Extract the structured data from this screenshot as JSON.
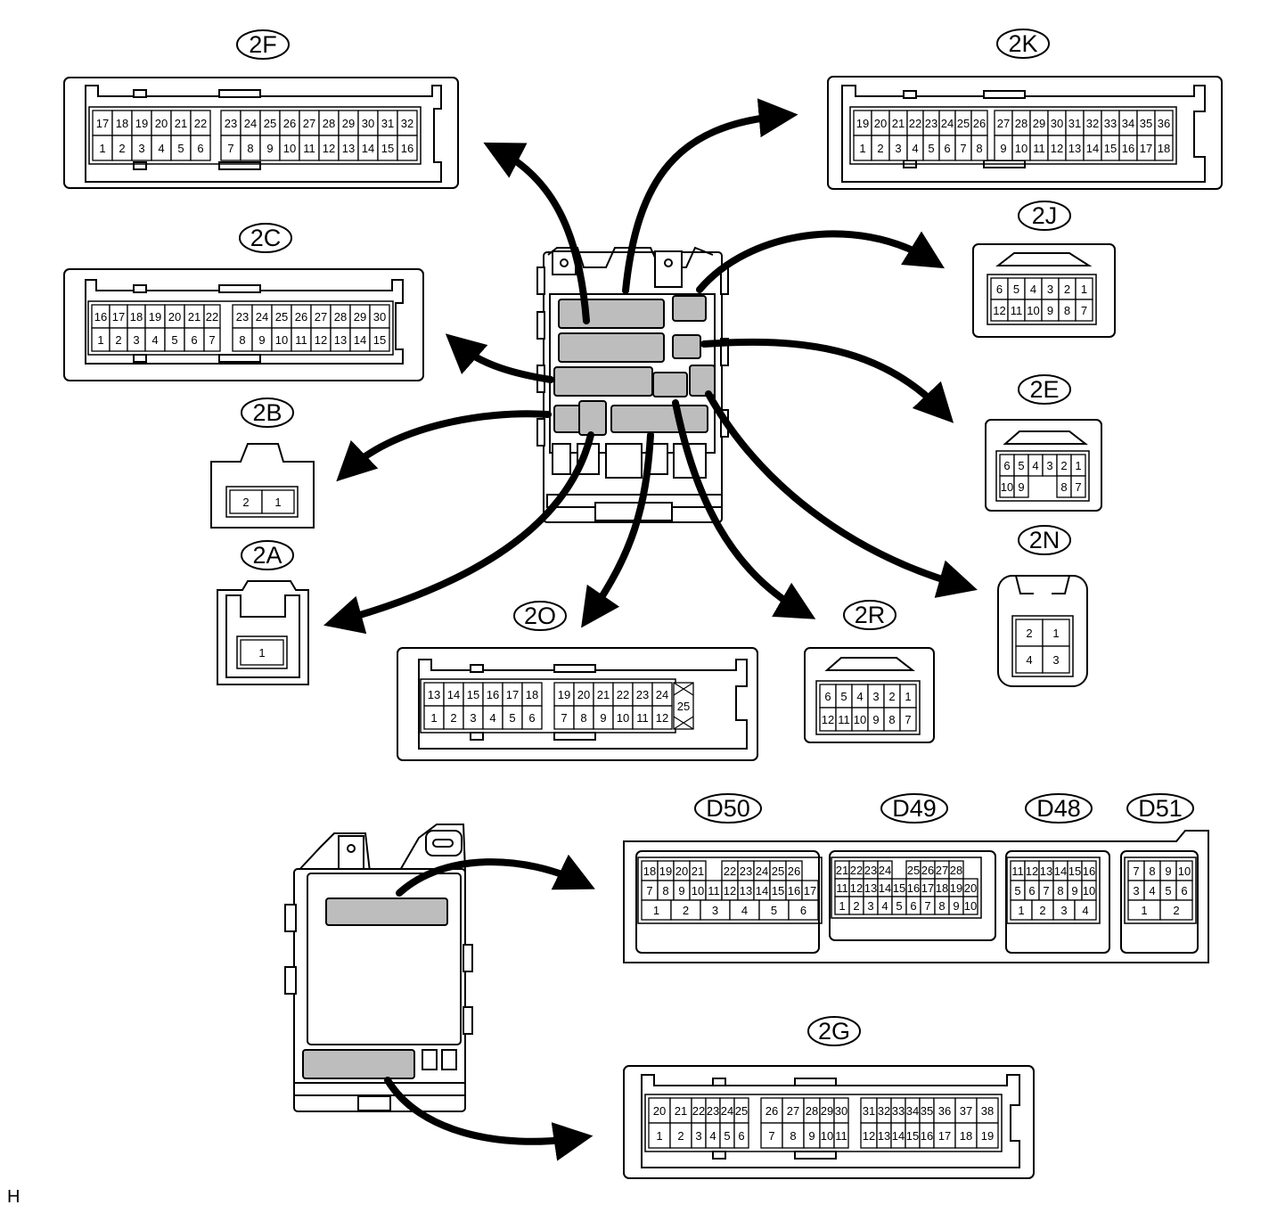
{
  "corner_mark": "H",
  "connectors": [
    {
      "id": "c-2f",
      "label": "2F",
      "rows": [
        [
          "17",
          "18",
          "19",
          "20",
          "21",
          "22",
          "",
          "23",
          "24",
          "25",
          "26",
          "27",
          "28",
          "29",
          "30",
          "31",
          "32"
        ],
        [
          "1",
          "2",
          "3",
          "4",
          "5",
          "6",
          "",
          "7",
          "8",
          "9",
          "10",
          "11",
          "12",
          "13",
          "14",
          "15",
          "16"
        ]
      ]
    },
    {
      "id": "c-2k",
      "label": "2K",
      "rows": [
        [
          "19",
          "20",
          "21",
          "22",
          "23",
          "24",
          "25",
          "26",
          "",
          "27",
          "28",
          "29",
          "30",
          "31",
          "32",
          "33",
          "34",
          "35",
          "36"
        ],
        [
          "1",
          "2",
          "3",
          "4",
          "5",
          "6",
          "7",
          "8",
          "",
          "9",
          "10",
          "11",
          "12",
          "13",
          "14",
          "15",
          "16",
          "17",
          "18"
        ]
      ]
    },
    {
      "id": "c-2c",
      "label": "2C",
      "rows": [
        [
          "16",
          "17",
          "18",
          "19",
          "20",
          "21",
          "22",
          "",
          "23",
          "24",
          "25",
          "26",
          "27",
          "28",
          "29",
          "30"
        ],
        [
          "1",
          "2",
          "3",
          "4",
          "5",
          "6",
          "7",
          "",
          "8",
          "9",
          "10",
          "11",
          "12",
          "13",
          "14",
          "15"
        ]
      ]
    },
    {
      "id": "c-2j",
      "label": "2J",
      "rows": [
        [
          "6",
          "5",
          "4",
          "3",
          "2",
          "1"
        ],
        [
          "12",
          "11",
          "10",
          "9",
          "8",
          "7"
        ]
      ]
    },
    {
      "id": "c-2b",
      "label": "2B",
      "rows": [
        [
          "2",
          "1"
        ]
      ]
    },
    {
      "id": "c-2e",
      "label": "2E",
      "rows": [
        [
          "6",
          "5",
          "4",
          "3",
          "2",
          "1"
        ],
        [
          "10",
          "9",
          "",
          "",
          "8",
          "7"
        ]
      ]
    },
    {
      "id": "c-2a",
      "label": "2A",
      "rows": [
        [
          "1"
        ]
      ]
    },
    {
      "id": "c-2n",
      "label": "2N",
      "rows": [
        [
          "2",
          "1"
        ],
        [
          "4",
          "3"
        ]
      ]
    },
    {
      "id": "c-2o",
      "label": "2O",
      "rows": [
        [
          "13",
          "14",
          "15",
          "16",
          "17",
          "18",
          "",
          "19",
          "20",
          "21",
          "22",
          "23",
          "24"
        ],
        [
          "1",
          "2",
          "3",
          "4",
          "5",
          "6",
          "",
          "7",
          "8",
          "9",
          "10",
          "11",
          "12"
        ]
      ],
      "extra": "25"
    },
    {
      "id": "c-2r",
      "label": "2R",
      "rows": [
        [
          "6",
          "5",
          "4",
          "3",
          "2",
          "1"
        ],
        [
          "12",
          "11",
          "10",
          "9",
          "8",
          "7"
        ]
      ]
    },
    {
      "id": "c-d50",
      "label": "D50",
      "rows": [
        [
          "18",
          "19",
          "20",
          "21",
          "",
          "22",
          "23",
          "24",
          "25",
          "26"
        ],
        [
          "7",
          "8",
          "9",
          "10",
          "11",
          "12",
          "13",
          "14",
          "15",
          "16",
          "17"
        ],
        [
          "1",
          "2",
          "3",
          "4",
          "5",
          "6"
        ]
      ]
    },
    {
      "id": "c-d49",
      "label": "D49",
      "rows": [
        [
          "21",
          "22",
          "23",
          "24",
          "",
          "25",
          "26",
          "27",
          "28"
        ],
        [
          "11",
          "12",
          "13",
          "14",
          "15",
          "16",
          "17",
          "18",
          "19",
          "20"
        ],
        [
          "1",
          "2",
          "3",
          "4",
          "5",
          "6",
          "7",
          "8",
          "9",
          "10"
        ]
      ]
    },
    {
      "id": "c-d48",
      "label": "D48",
      "rows": [
        [
          "11",
          "12",
          "13",
          "14",
          "15",
          "16"
        ],
        [
          "5",
          "6",
          "7",
          "8",
          "9",
          "10"
        ],
        [
          "1",
          "2",
          "3",
          "4"
        ]
      ]
    },
    {
      "id": "c-d51",
      "label": "D51",
      "rows": [
        [
          "7",
          "8",
          "9",
          "10"
        ],
        [
          "3",
          "4",
          "5",
          "6"
        ],
        [
          "1",
          "2"
        ]
      ]
    },
    {
      "id": "c-2g",
      "label": "2G",
      "rows": [
        [
          "20",
          "21",
          "22",
          "23",
          "24",
          "25",
          "",
          "26",
          "27",
          "28",
          "29",
          "30",
          "",
          "31",
          "32",
          "33",
          "34",
          "35",
          "36",
          "37",
          "38"
        ],
        [
          "1",
          "2",
          "3",
          "4",
          "5",
          "6",
          "",
          "7",
          "8",
          "9",
          "10",
          "11",
          "",
          "12",
          "13",
          "14",
          "15",
          "16",
          "17",
          "18",
          "19"
        ]
      ]
    }
  ],
  "colors": {
    "line": "#000000",
    "fill": "#ffffff",
    "shade": "#bdbdbd"
  }
}
